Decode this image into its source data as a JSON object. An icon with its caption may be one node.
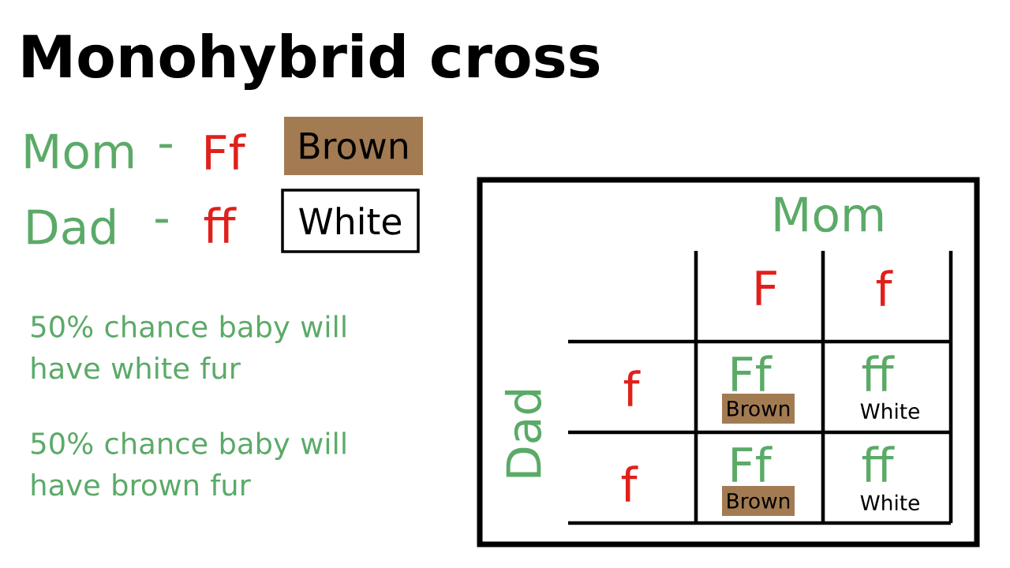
{
  "diagram": {
    "title": "Monohybrid cross",
    "nodes": [
      {
        "text": [
          "Brown"
        ]
      },
      {
        "text": [
          "White"
        ]
      },
      {
        "text": [],
        "shape": "box"
      },
      {
        "text": [
          "Brown"
        ],
        "in": 2
      },
      {
        "text": [
          "Brown"
        ],
        "in": 2
      }
    ],
    "labels": [
      "Mom",
      "-",
      "Ff",
      "Dad",
      "-",
      "ff",
      "50% chance baby will have white fur",
      "50% chance baby will have brown fur",
      "Mom",
      "Dad",
      "F",
      "f",
      "f",
      "Ff",
      "ff",
      "White",
      "f",
      "Ff",
      "ff",
      "White"
    ]
  }
}
